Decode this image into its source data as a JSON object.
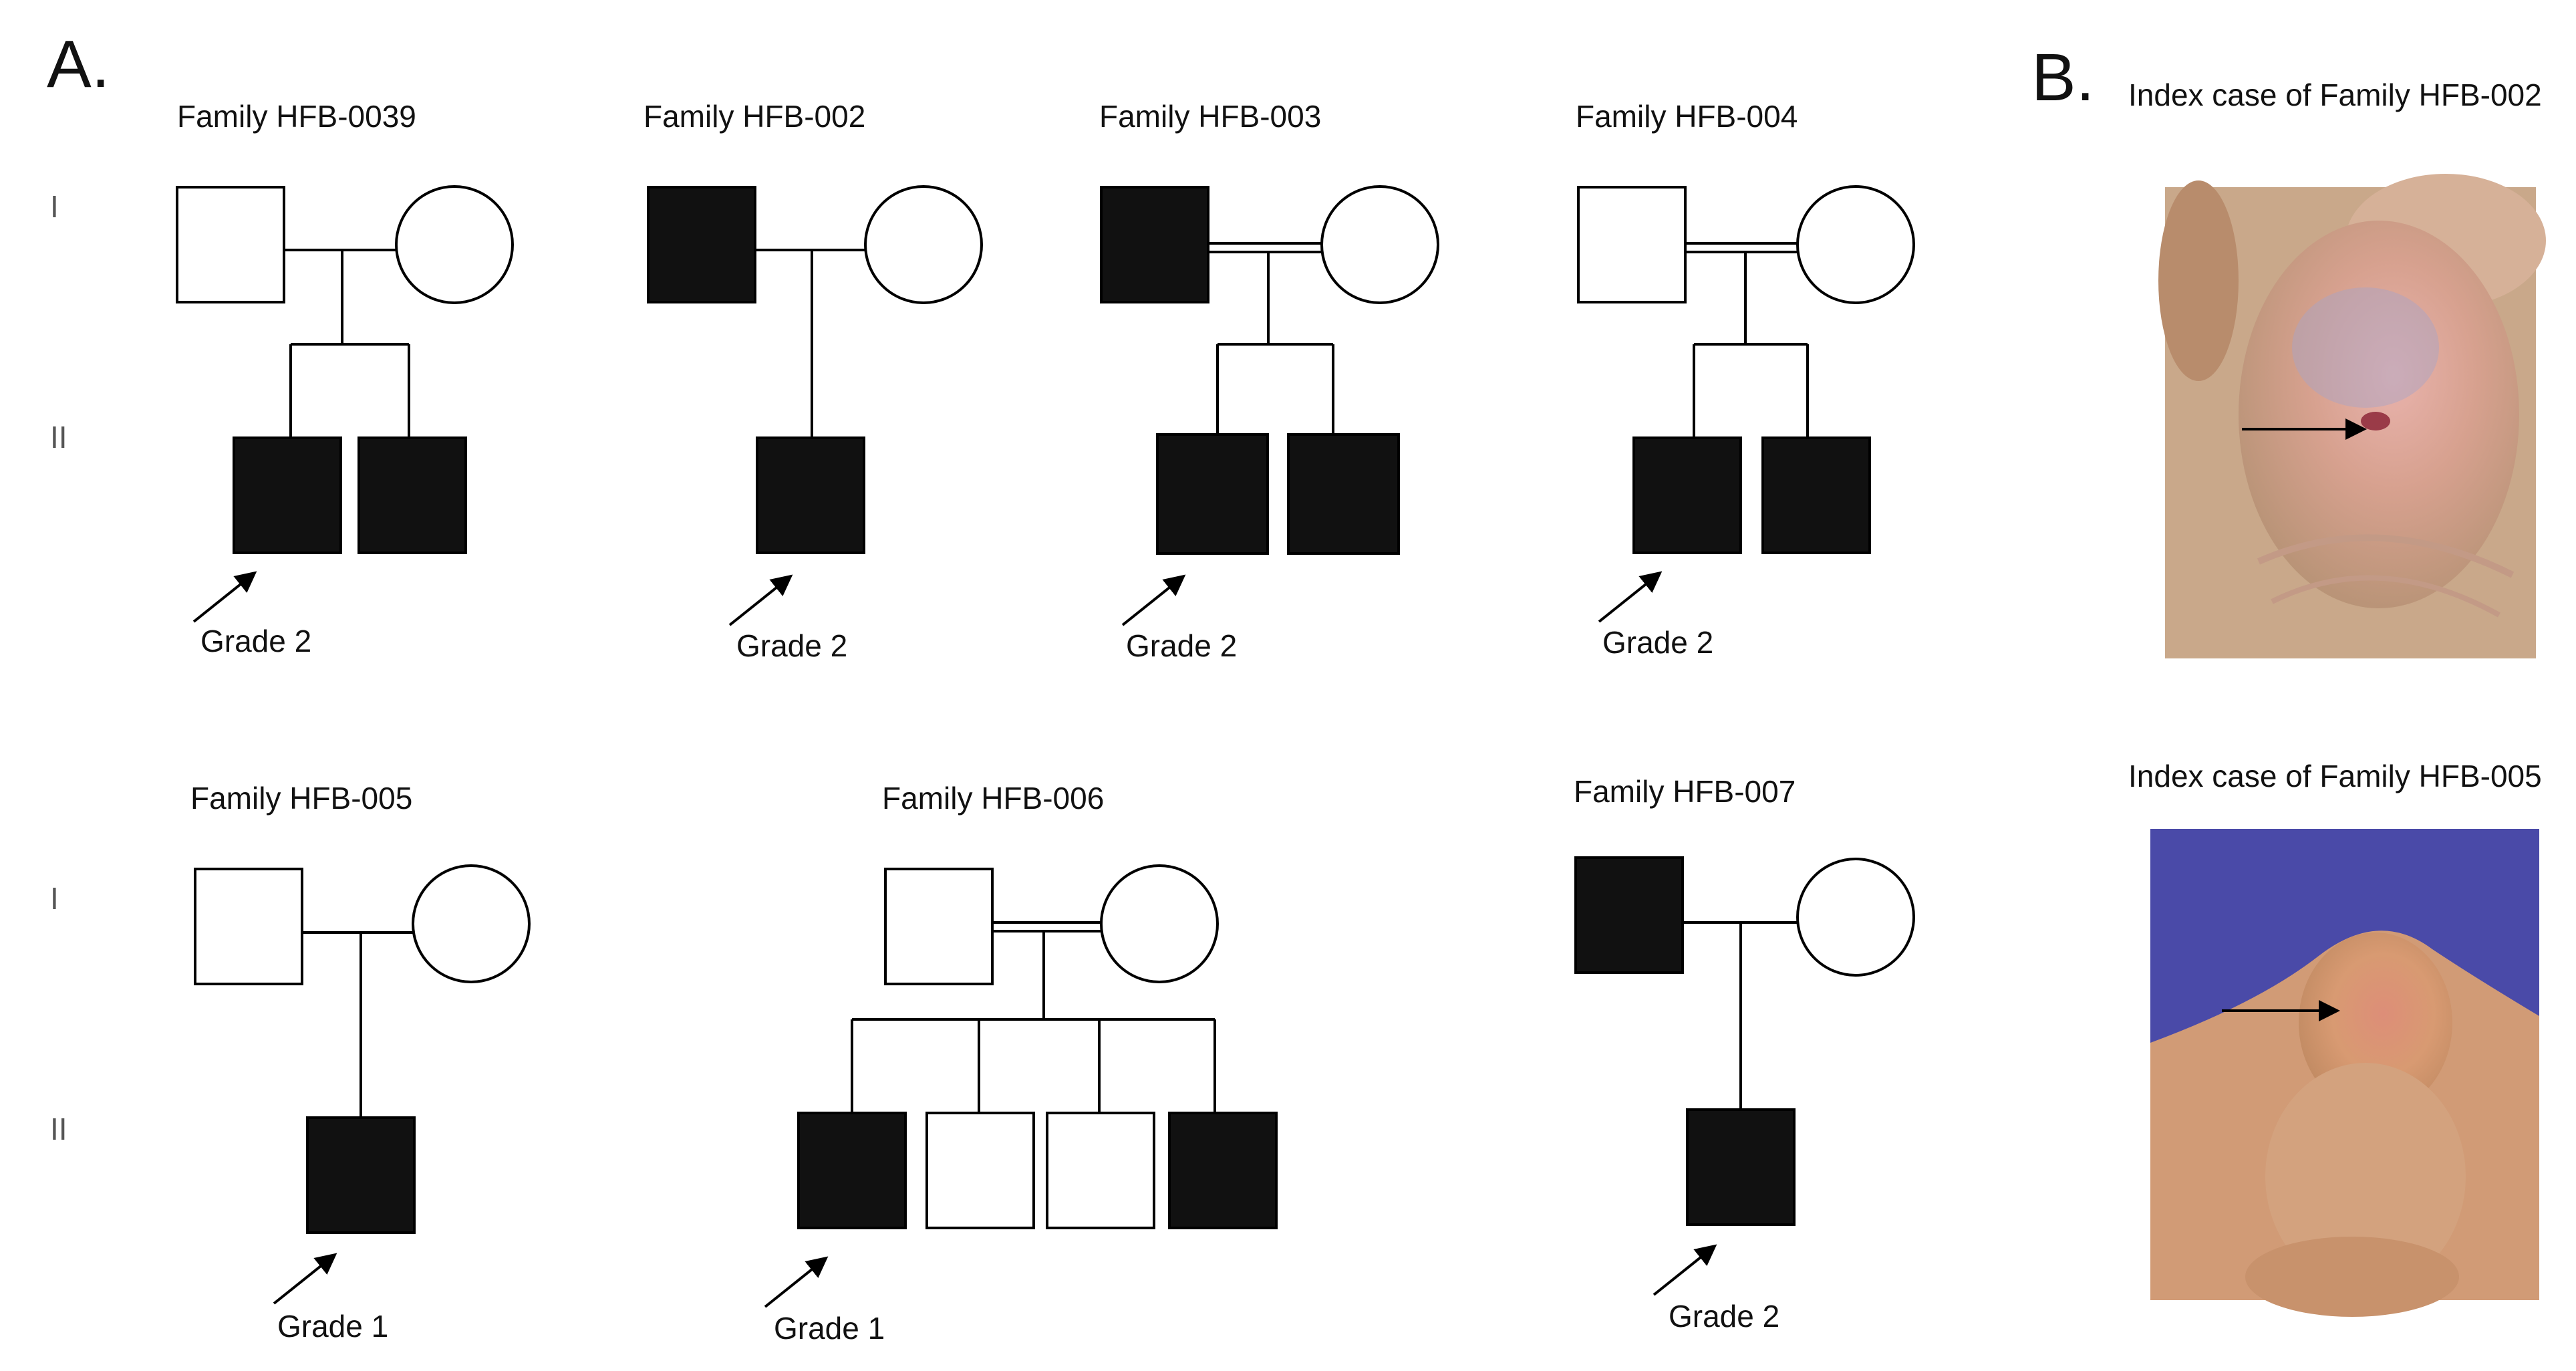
{
  "panel_a_label": "A.",
  "panel_b_label": "B.",
  "generations": [
    "I",
    "II"
  ],
  "families": [
    {
      "name": "Family HFB-0039",
      "consanguineous": false,
      "parents": {
        "father_affected": false,
        "mother_affected": false
      },
      "children": [
        {
          "affected": true,
          "proband": true
        },
        {
          "affected": true,
          "proband": false
        }
      ],
      "grade": "Grade 2"
    },
    {
      "name": "Family HFB-002",
      "consanguineous": false,
      "parents": {
        "father_affected": true,
        "mother_affected": false
      },
      "children": [
        {
          "affected": true,
          "proband": true
        }
      ],
      "grade": "Grade 2"
    },
    {
      "name": "Family HFB-003",
      "consanguineous": true,
      "parents": {
        "father_affected": true,
        "mother_affected": false
      },
      "children": [
        {
          "affected": true,
          "proband": true
        },
        {
          "affected": true,
          "proband": false
        }
      ],
      "grade": "Grade 2"
    },
    {
      "name": "Family HFB-004",
      "consanguineous": true,
      "parents": {
        "father_affected": false,
        "mother_affected": false
      },
      "children": [
        {
          "affected": true,
          "proband": true
        },
        {
          "affected": true,
          "proband": false
        }
      ],
      "grade": "Grade 2"
    },
    {
      "name": "Family HFB-005",
      "consanguineous": false,
      "parents": {
        "father_affected": false,
        "mother_affected": false
      },
      "children": [
        {
          "affected": true,
          "proband": true
        }
      ],
      "grade": "Grade 1"
    },
    {
      "name": "Family HFB-006",
      "consanguineous": true,
      "parents": {
        "father_affected": false,
        "mother_affected": false
      },
      "children": [
        {
          "affected": true,
          "proband": true
        },
        {
          "affected": false,
          "proband": false
        },
        {
          "affected": false,
          "proband": false
        },
        {
          "affected": true,
          "proband": false
        }
      ],
      "grade": "Grade 1"
    },
    {
      "name": "Family HFB-007",
      "consanguineous": false,
      "parents": {
        "father_affected": true,
        "mother_affected": false
      },
      "children": [
        {
          "affected": true,
          "proband": true
        }
      ],
      "grade": "Grade 2"
    }
  ],
  "photos": [
    {
      "caption": "Index case of Family HFB-002"
    },
    {
      "caption": "Index case of Family HFB-005"
    }
  ],
  "colors": {
    "affected": "#111111",
    "unaffected": "#ffffff",
    "line": "#000000"
  }
}
